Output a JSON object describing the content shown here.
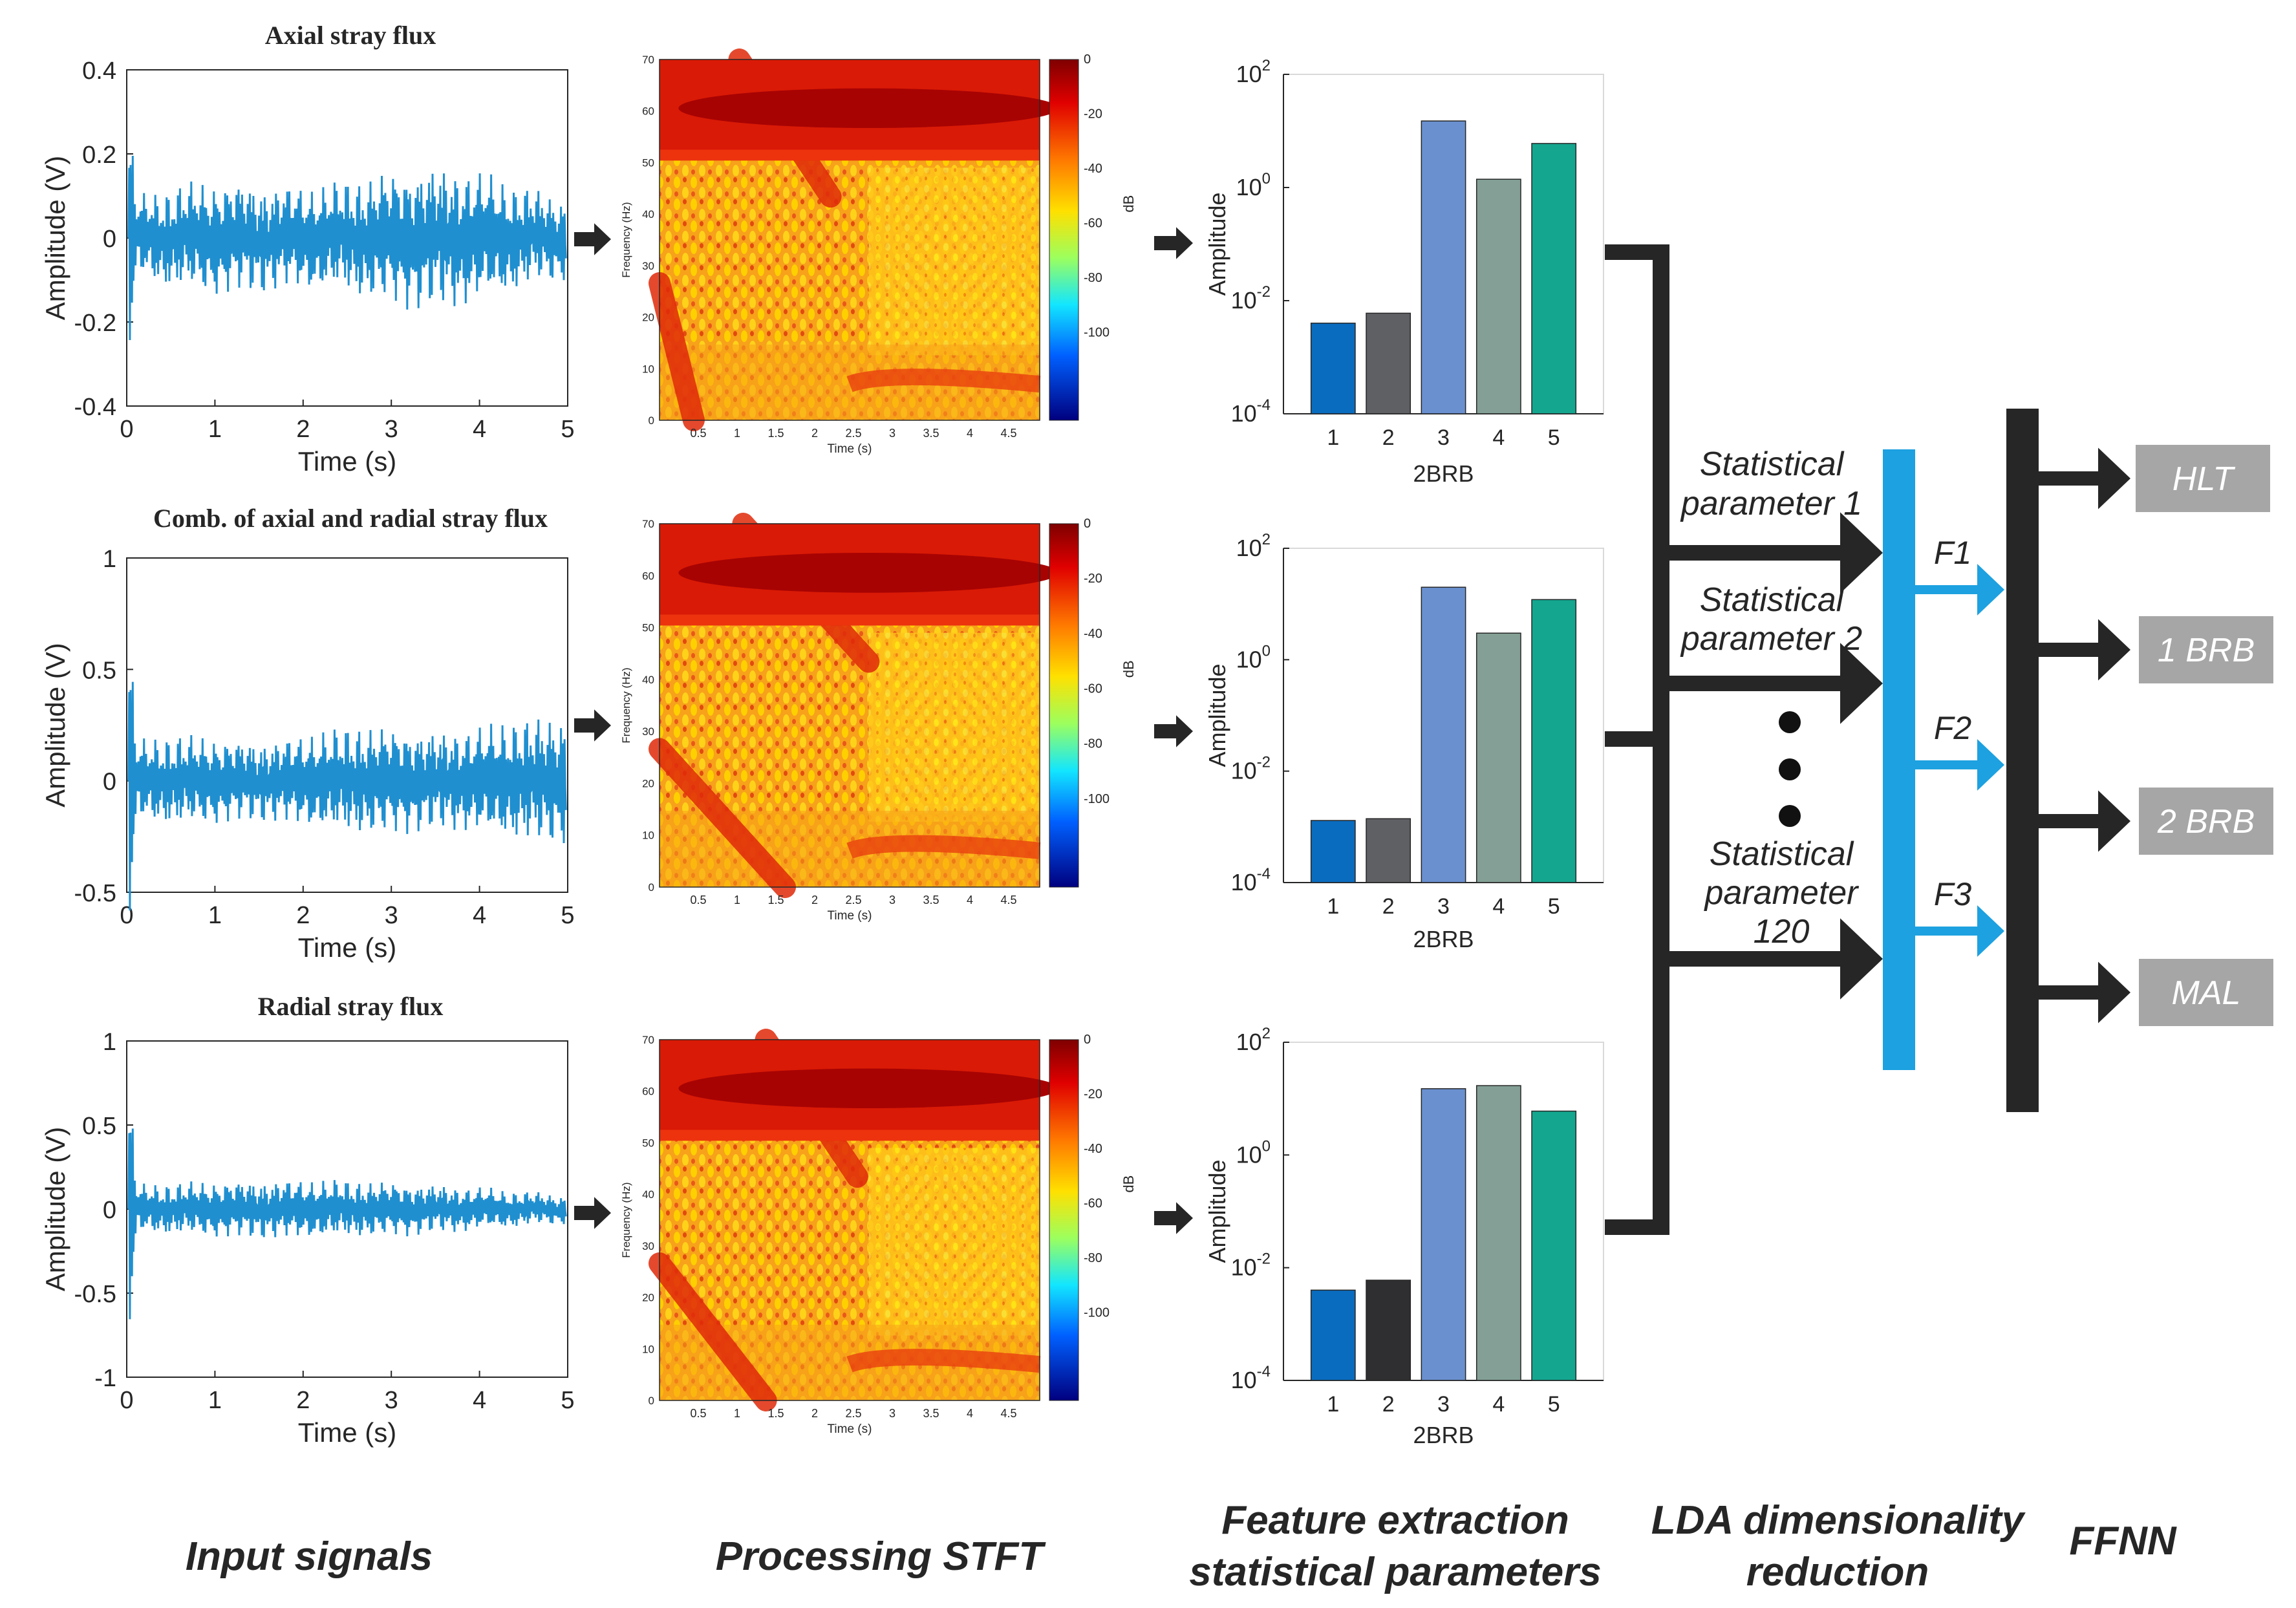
{
  "signals": [
    {
      "title": "Axial stray flux",
      "ylabel": "Amplitude (V)",
      "xlabel": "Time (s)",
      "yticks": [
        "0.4",
        "0.2",
        "0",
        "-0.2",
        "-0.4"
      ],
      "xticks": [
        "0",
        "1",
        "2",
        "3",
        "4",
        "5"
      ],
      "ylim": [
        -0.4,
        0.4
      ]
    },
    {
      "title": "Comb. of axial and radial stray flux",
      "ylabel": "Amplitude (V)",
      "xlabel": "Time (s)",
      "yticks": [
        "1",
        "0.5",
        "0",
        "-0.5"
      ],
      "xticks": [
        "0",
        "1",
        "2",
        "3",
        "4",
        "5"
      ],
      "ylim": [
        -0.5,
        1
      ]
    },
    {
      "title": "Radial stray flux",
      "ylabel": "Amplitude (V)",
      "xlabel": "Time (s)",
      "yticks": [
        "1",
        "0.5",
        "0",
        "-0.5",
        "-1"
      ],
      "xticks": [
        "0",
        "1",
        "2",
        "3",
        "4",
        "5"
      ],
      "ylim": [
        -1,
        1
      ]
    }
  ],
  "spectrogram": {
    "ylabel": "Frequency (Hz)",
    "xlabel": "Time (s)",
    "yticks": [
      "70",
      "60",
      "50",
      "40",
      "30",
      "20",
      "10",
      "0"
    ],
    "xticks": [
      "0.5",
      "1",
      "1.5",
      "2",
      "2.5",
      "3",
      "3.5",
      "4",
      "4.5"
    ],
    "cbar_ticks": [
      "0",
      "-20",
      "-40",
      "-60",
      "-80",
      "-100"
    ],
    "cbar_label": "dB"
  },
  "bars": {
    "ylabel": "Amplitude",
    "xlabel": "2BRB",
    "categories": [
      "1",
      "2",
      "3",
      "4",
      "5"
    ],
    "ytick_base": "10",
    "ytick_exps": [
      "2",
      "0",
      "-2",
      "-4"
    ],
    "colors": [
      "#0a6cbf",
      "#5f6064",
      "#6a90cf",
      "#84a096",
      "#14a68f"
    ],
    "colors_bottom": [
      "#0a6cbf",
      "#2f2f31",
      "#6a90cf",
      "#84a096",
      "#14a68f"
    ]
  },
  "chart_data": [
    {
      "type": "bar",
      "categories": [
        "1",
        "2",
        "3",
        "4",
        "5"
      ],
      "values": [
        0.004,
        0.006,
        15,
        1.4,
        6
      ],
      "xlabel": "2BRB",
      "ylabel": "Amplitude",
      "ylim": [
        0.0001,
        100
      ],
      "scale": "log"
    },
    {
      "type": "bar",
      "categories": [
        "1",
        "2",
        "3",
        "4",
        "5"
      ],
      "values": [
        0.0013,
        0.0014,
        20,
        3,
        12
      ],
      "xlabel": "2BRB",
      "ylabel": "Amplitude",
      "ylim": [
        0.0001,
        100
      ],
      "scale": "log"
    },
    {
      "type": "bar",
      "categories": [
        "1",
        "2",
        "3",
        "4",
        "5"
      ],
      "values": [
        0.004,
        0.006,
        15,
        17,
        6
      ],
      "xlabel": "2BRB",
      "ylabel": "Amplitude",
      "ylim": [
        0.0001,
        100
      ],
      "scale": "log"
    }
  ],
  "lda": {
    "params": [
      "Statistical parameter 1",
      "Statistical parameter 2",
      "Statistical parameter 120"
    ],
    "param1_lines": [
      "Statistical",
      "parameter 1"
    ],
    "param2_lines": [
      "Statistical",
      "parameter 2"
    ],
    "param3_lines": [
      "Statistical",
      "parameter",
      "120"
    ],
    "features": [
      "F1",
      "F2",
      "F3"
    ]
  },
  "outputs": [
    "HLT",
    "1 BRB",
    "2 BRB",
    "MAL"
  ],
  "stage_labels": {
    "input": "Input signals",
    "stft": "Processing STFT",
    "features_l1": "Feature extraction",
    "features_l2": "statistical parameters",
    "lda_l1": "LDA dimensionality",
    "lda_l2": "reduction",
    "ffnn": "FFNN"
  },
  "colors": {
    "arrow": "#262626",
    "lda_bar": "#1da1e0",
    "output_box": "#a6a6a6",
    "signal": "#1f8fd0"
  }
}
